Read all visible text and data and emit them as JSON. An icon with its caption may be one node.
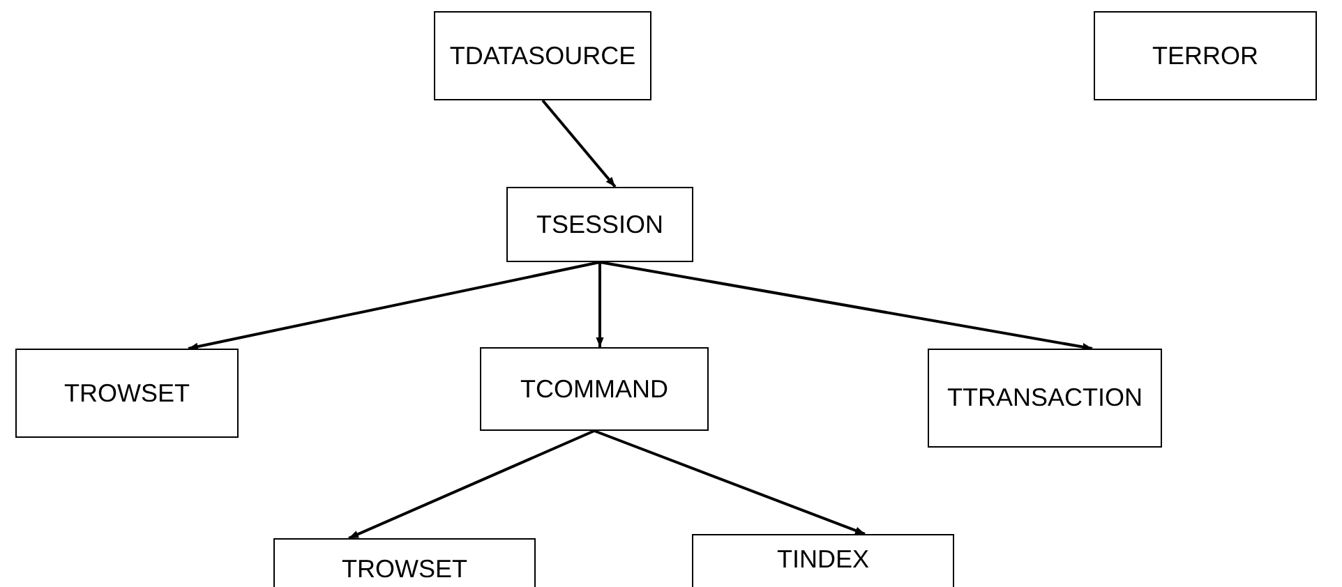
{
  "diagram": {
    "nodes": [
      {
        "text": [
          "TDATASOURCE"
        ]
      },
      {
        "text": [
          "TERROR"
        ]
      },
      {
        "text": [
          "TSESSION"
        ]
      },
      {
        "text": [
          "TROWSET"
        ]
      },
      {
        "text": [
          "TCOMMAND"
        ]
      },
      {
        "text": [
          "TTRANSACTION"
        ]
      },
      {
        "text": [
          "TROWSET"
        ]
      },
      {
        "text": [
          "TINDEX"
        ]
      }
    ],
    "edges": [
      {
        "from": 0,
        "to": 2,
        "arrow": "to"
      },
      {
        "from": 2,
        "to": 3,
        "arrow": "to"
      },
      {
        "from": 2,
        "to": 4,
        "arrow": "to"
      },
      {
        "from": 2,
        "to": 5,
        "arrow": "to"
      },
      {
        "from": 4,
        "to": 6,
        "arrow": "to"
      },
      {
        "from": 4,
        "to": 7,
        "arrow": "to"
      }
    ]
  }
}
